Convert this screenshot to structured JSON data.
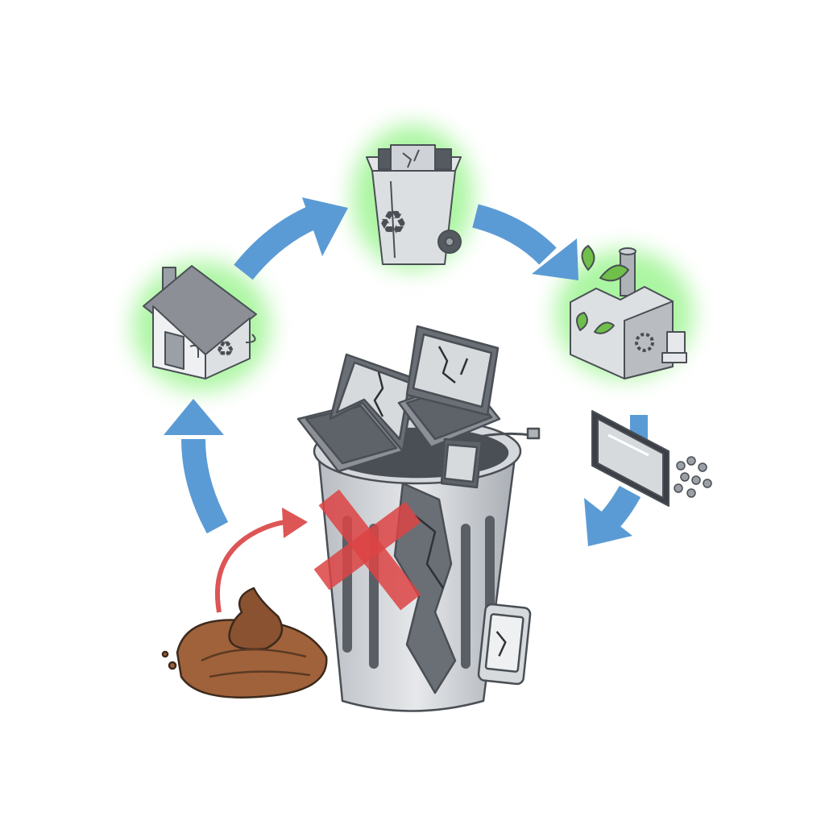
{
  "diagram": {
    "nodes": [
      {
        "id": "house",
        "icon": "recycling-house-icon",
        "highlighted": true
      },
      {
        "id": "recycle-bin",
        "icon": "recycle-bin-icon",
        "highlighted": true
      },
      {
        "id": "factory",
        "icon": "green-factory-icon",
        "highlighted": true
      },
      {
        "id": "recovered-materials",
        "icon": "tablet-and-components-icon",
        "highlighted": false
      },
      {
        "id": "trash-can",
        "icon": "trash-can-full-of-e-waste-icon",
        "highlighted": false
      },
      {
        "id": "pollution",
        "icon": "toxic-sludge-icon",
        "highlighted": false
      }
    ],
    "arrows": [
      {
        "from": "house",
        "to": "recycle-bin",
        "style": "cycle"
      },
      {
        "from": "recycle-bin",
        "to": "factory",
        "style": "cycle"
      },
      {
        "from": "factory",
        "to": "recovered-materials",
        "style": "cycle"
      },
      {
        "from": "recovered-materials",
        "to": "trash-can",
        "style": "cycle"
      },
      {
        "from": "pollution",
        "to": "house",
        "style": "cycle"
      },
      {
        "from": "pollution",
        "to": "trash-can",
        "style": "rejected"
      }
    ],
    "colors": {
      "cycle_arrow": "#5b9bd5",
      "rejected_arrow": "#dd5555",
      "reject_cross": "#dd4444",
      "highlight_glow": "#66ee55",
      "sludge": "#a0623a",
      "leaf": "#6fbf4a",
      "metal": "#c9cdd2",
      "outline": "#4a4f55"
    },
    "reject_mark": "cross-icon"
  }
}
